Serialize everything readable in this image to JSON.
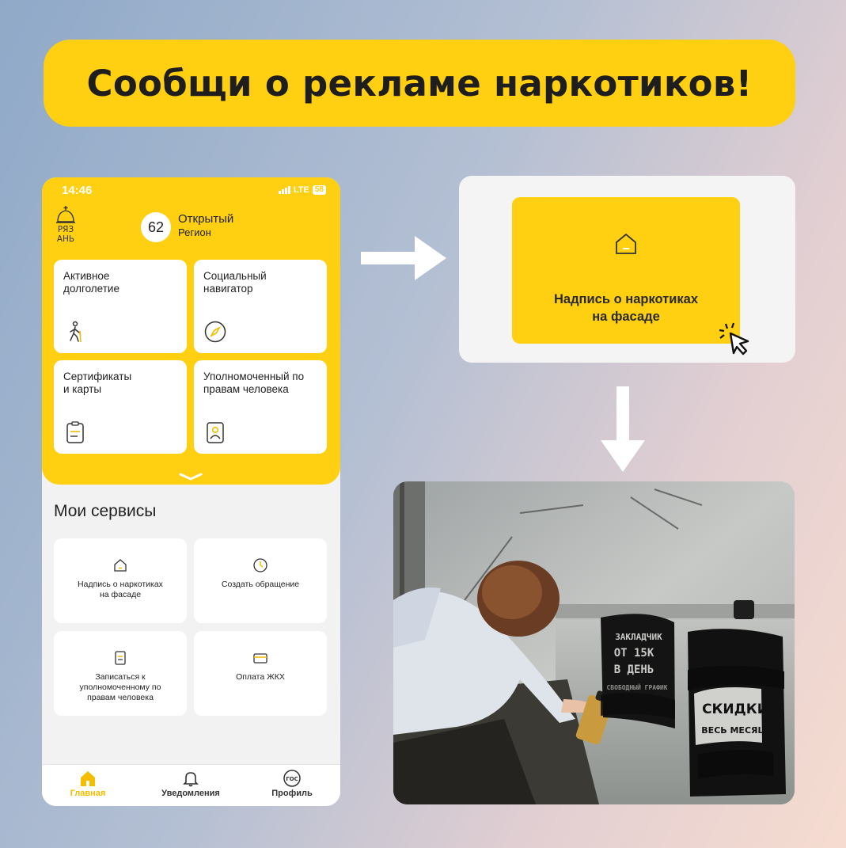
{
  "banner": {
    "title": "Сообщи о рекламе наркотиков!"
  },
  "phone": {
    "status": {
      "time": "14:46",
      "network": "LTE",
      "battery": "58"
    },
    "logo": {
      "lines": [
        "РЯЗ",
        "АНЬ"
      ]
    },
    "region": {
      "code": "62",
      "name_line1": "Открытый",
      "name_line2": "Регион"
    },
    "tiles": [
      {
        "label": "Активное\nдолголетие",
        "icon": "walking-person-icon"
      },
      {
        "label": "Социальный\nнавигатор",
        "icon": "compass-icon"
      },
      {
        "label": "Сертификаты\nи карты",
        "icon": "clipboard-icon"
      },
      {
        "label": "Уполномоченный по\nправам человека",
        "icon": "person-card-icon"
      }
    ],
    "section_title": "Мои сервисы",
    "services": [
      {
        "label": "Надпись о наркотиках\nна фасаде",
        "icon": "house-icon"
      },
      {
        "label": "Создать обращение",
        "icon": "clock-icon"
      },
      {
        "label": "Записаться к\nуполномоченному по\nправам человека",
        "icon": "document-icon"
      },
      {
        "label": "Оплата ЖКХ",
        "icon": "card-icon"
      }
    ],
    "tabs": [
      {
        "label": "Главная",
        "icon": "home-icon",
        "active": true
      },
      {
        "label": "Уведомления",
        "icon": "bell-icon",
        "active": false
      },
      {
        "label": "Профиль",
        "icon": "gos-profile-icon",
        "badge": "ГОС",
        "active": false
      }
    ]
  },
  "zoom": {
    "label": "Надпись о наркотиках\nна фасаде",
    "icon": "house-icon"
  },
  "photo": {
    "stencil_left": [
      "ЗАКЛАДЧИК",
      "ОТ 15К",
      "В ДЕНЬ",
      "СВОБОДНЫЙ ГРАФИК"
    ],
    "stencil_right": [
      "СКИДКИ",
      "ВЕСЬ МЕСЯЦ"
    ]
  },
  "colors": {
    "accent": "#ffcf12",
    "text": "#1e1e1e",
    "tab_active": "#f5bd00"
  }
}
